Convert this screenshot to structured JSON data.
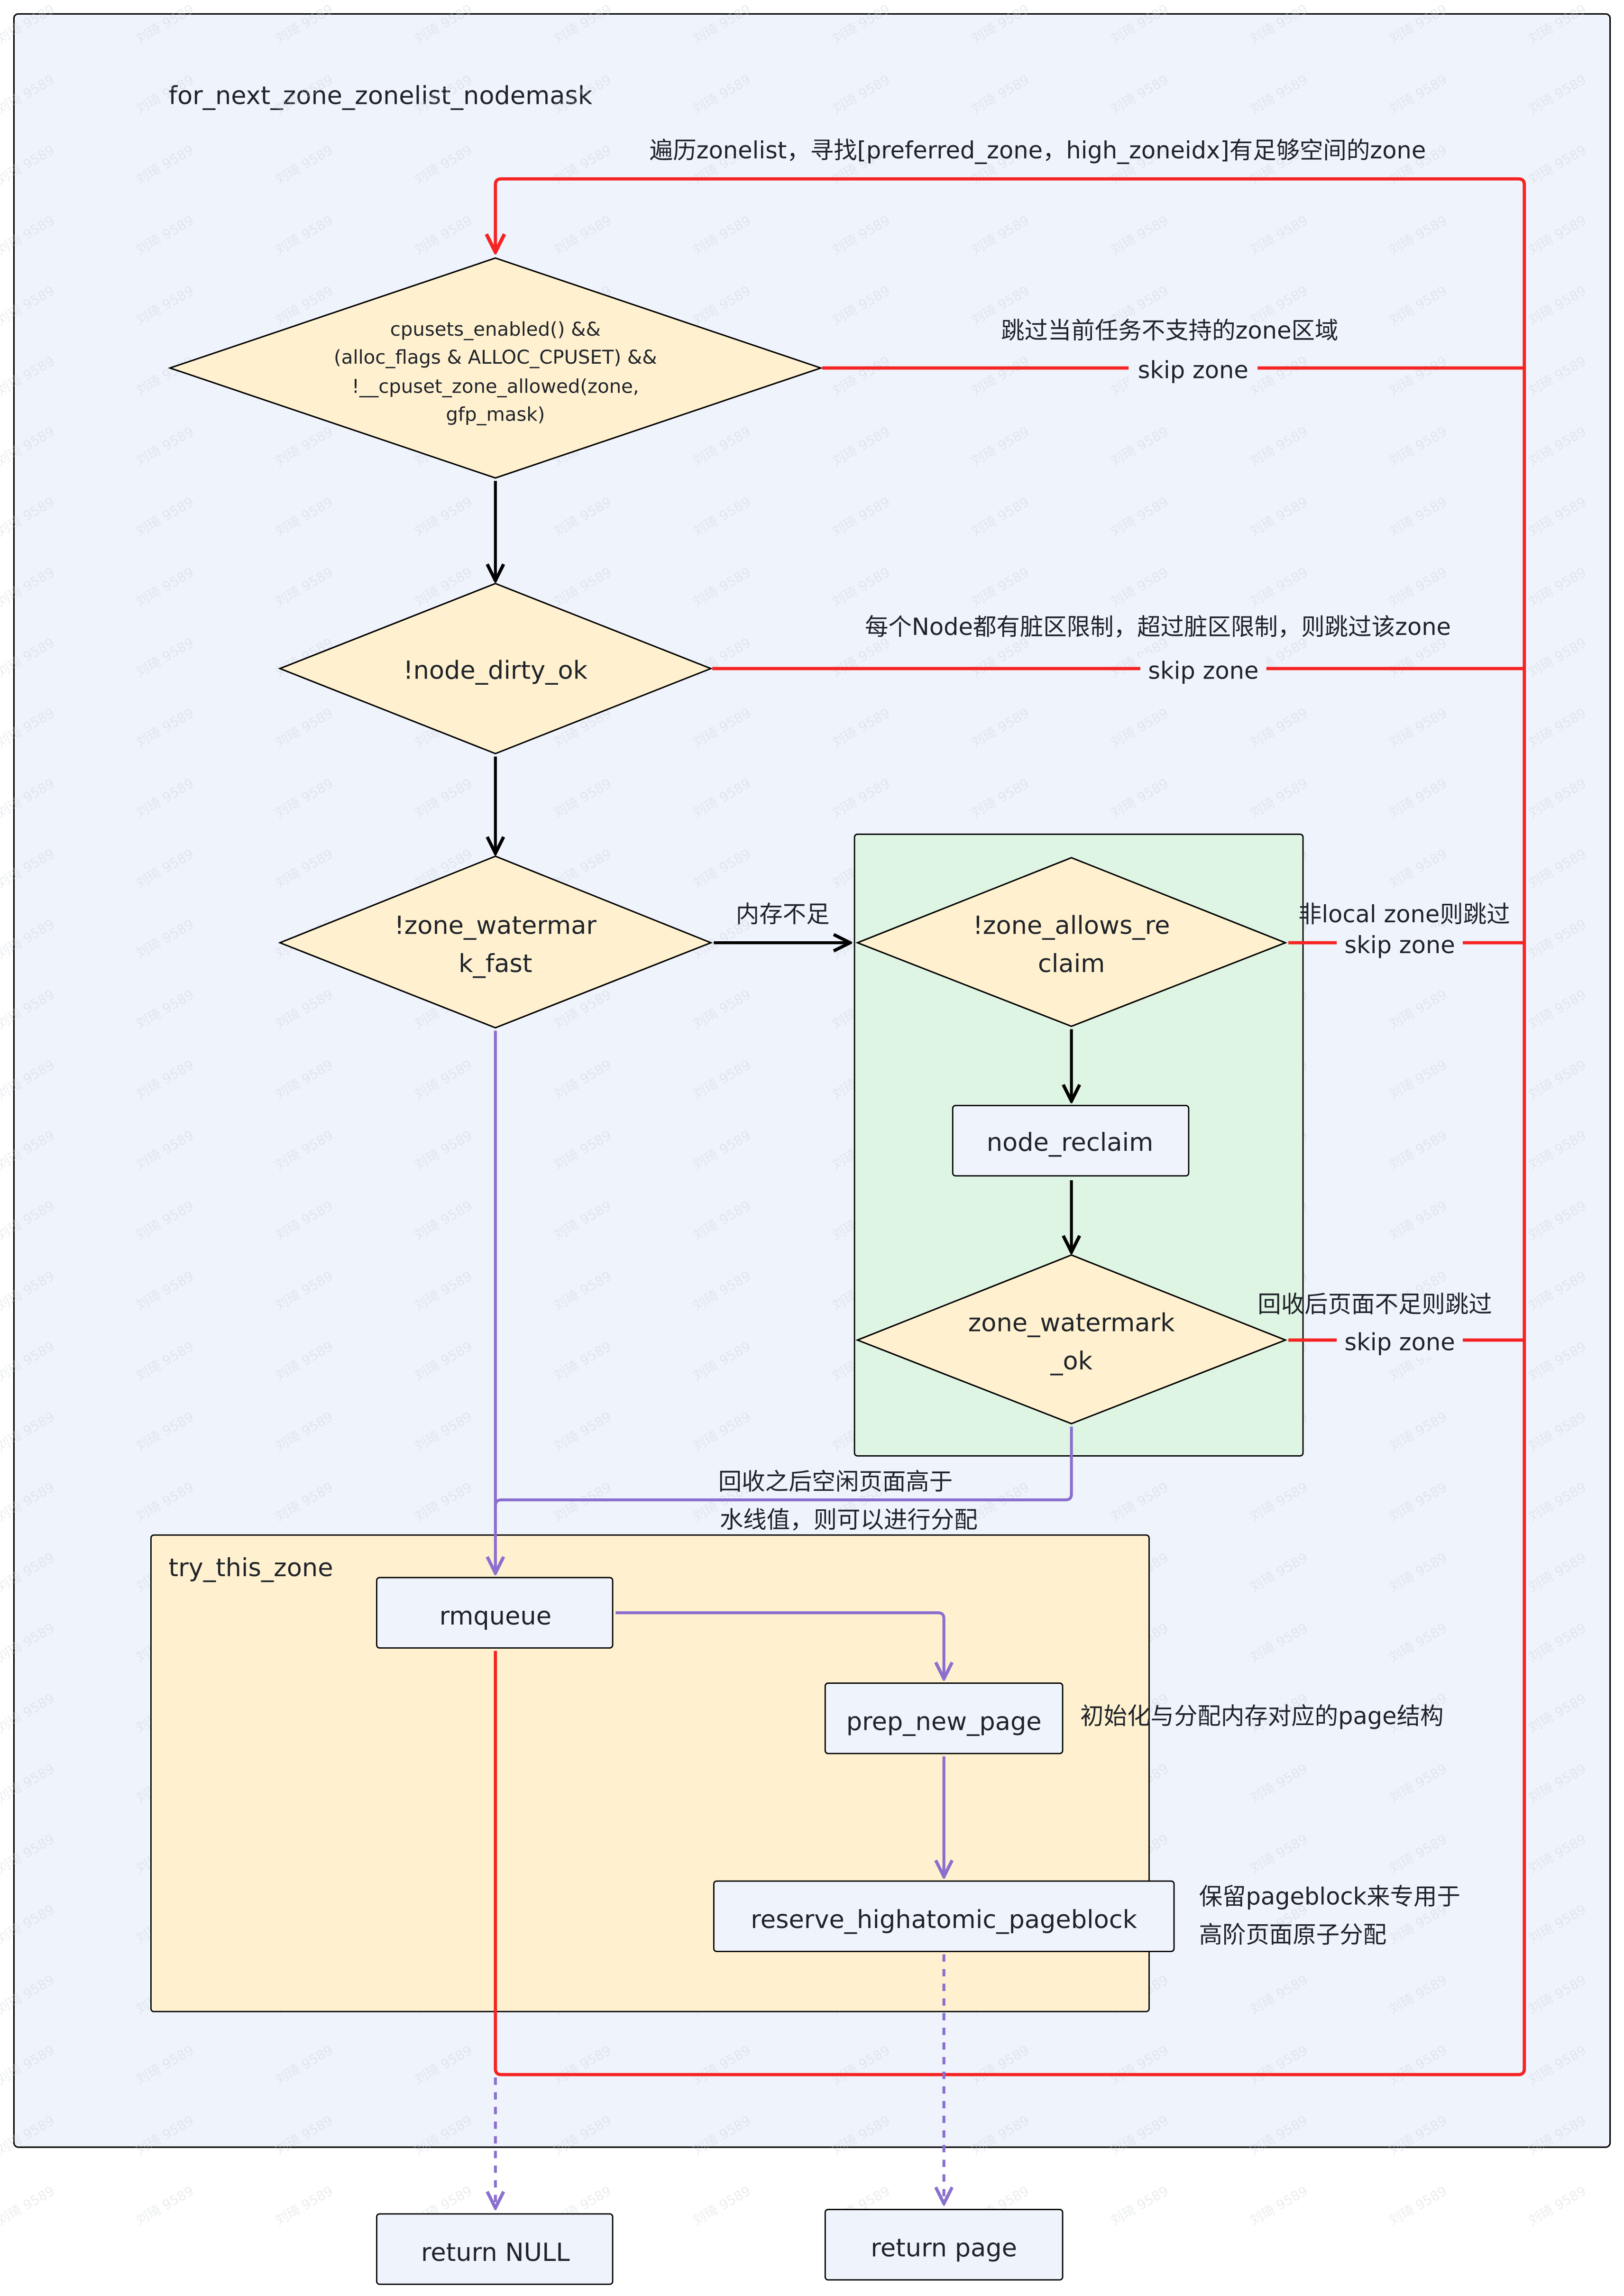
{
  "watermark": "刘琦 9589",
  "containers": {
    "outer": {
      "label": "for_next_zone_zonelist_nodemask",
      "fill": "#eff3fb"
    },
    "reclaim_group": {
      "fill": "#dff5e3"
    },
    "try_this_zone": {
      "label": "try_this_zone",
      "fill": "#fff1cf"
    }
  },
  "loop_annotation": "遍历zonelist，寻找[preferred_zone，high_zoneidx]有足够空间的zone",
  "decisions": {
    "cpuset": {
      "lines": [
        "cpusets_enabled() &&",
        "(alloc_flags & ALLOC_CPUSET) &&",
        "!__cpuset_zone_allowed(zone,",
        "gfp_mask)"
      ]
    },
    "node_dirty": {
      "lines": [
        "!node_dirty_ok"
      ]
    },
    "watermark_fast": {
      "lines": [
        "!zone_watermar",
        "k_fast"
      ]
    },
    "allows_reclaim": {
      "lines": [
        "!zone_allows_re",
        "claim"
      ]
    },
    "watermark_ok": {
      "lines": [
        "zone_watermark",
        "_ok"
      ]
    }
  },
  "processes": {
    "node_reclaim": "node_reclaim",
    "rmqueue": "rmqueue",
    "prep_new_page": "prep_new_page",
    "reserve_highatomic": "reserve_highatomic_pageblock",
    "return_null": "return NULL",
    "return_page": "return page"
  },
  "edge_labels": {
    "cpuset_note": "跳过当前任务不支持的zone区域",
    "cpuset_skip": "skip zone",
    "dirty_note": "每个Node都有脏区限制，超过脏区限制，则跳过该zone",
    "dirty_skip": "skip zone",
    "low_memory": "内存不足",
    "non_local_note": "非local zone则跳过",
    "non_local_skip": "skip zone",
    "after_reclaim_note": "回收后页面不足则跳过",
    "after_reclaim_skip": "skip zone",
    "reclaim_ok_line1": "回收之后空闲页面高于",
    "reclaim_ok_line2": "水线值，则可以进行分配"
  },
  "notes": {
    "prep_new_page": "初始化与分配内存对应的page结构",
    "reserve_line1": "保留pageblock来专用于",
    "reserve_line2": "高阶页面原子分配"
  },
  "colors": {
    "skip_edge": "#f52323",
    "success_edge": "#8a6fcf",
    "control_edge": "#000000",
    "decision_fill": "#fff1cf",
    "process_fill": "#eff3fb"
  }
}
